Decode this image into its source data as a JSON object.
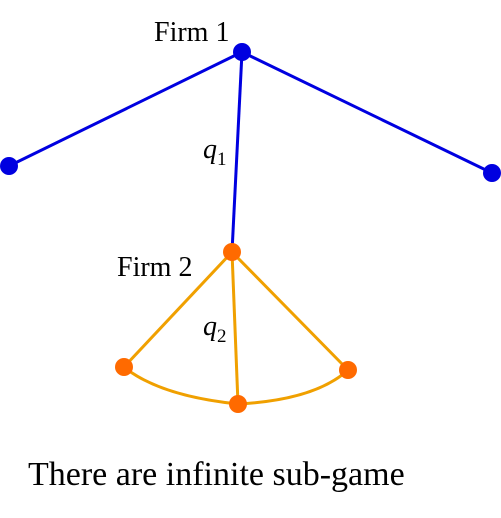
{
  "colors": {
    "firm1": "#0000e0",
    "firm2_edge": "#f0a000",
    "firm2_node": "#ff6a00",
    "text": "#000000",
    "background": "#ffffff"
  },
  "firm1": {
    "label": "Firm 1",
    "action_var": "q",
    "action_sub": "1"
  },
  "firm2": {
    "label": "Firm 2",
    "action_var": "q",
    "action_sub": "2"
  },
  "caption": "There are infinite sub-game"
}
